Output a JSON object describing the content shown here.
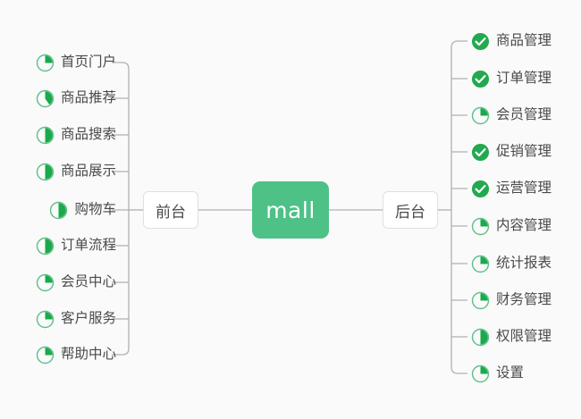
{
  "diagram": {
    "title": "mall",
    "center": {
      "label": "mall",
      "color": "#4ec187"
    },
    "branches": {
      "left": {
        "label": "前台"
      },
      "right": {
        "label": "后台"
      }
    },
    "colors": {
      "background": "#fafafa",
      "center_fill": "#4ec187",
      "node_border": "#e0e0e0",
      "connector": "#b0b0b0",
      "text": "#4a4a4a",
      "progress_ring": "#5fc08a",
      "progress_fill": "#1aa94c",
      "check_fill": "#22a950",
      "check_mark": "#ffffff"
    },
    "left_items": [
      {
        "label": "首页门户",
        "icon": "progress-pie-icon",
        "status": "in-progress",
        "progress": 25
      },
      {
        "label": "商品推荐",
        "icon": "progress-pie-icon",
        "status": "in-progress",
        "progress": 40
      },
      {
        "label": "商品搜索",
        "icon": "progress-pie-icon",
        "status": "in-progress",
        "progress": 50
      },
      {
        "label": "商品展示",
        "icon": "progress-pie-icon",
        "status": "in-progress",
        "progress": 50
      },
      {
        "label": "购物车",
        "icon": "progress-pie-icon",
        "status": "in-progress",
        "progress": 50
      },
      {
        "label": "订单流程",
        "icon": "progress-pie-icon",
        "status": "in-progress",
        "progress": 50
      },
      {
        "label": "会员中心",
        "icon": "progress-pie-icon",
        "status": "in-progress",
        "progress": 25
      },
      {
        "label": "客户服务",
        "icon": "progress-pie-icon",
        "status": "in-progress",
        "progress": 25
      },
      {
        "label": "帮助中心",
        "icon": "progress-pie-icon",
        "status": "in-progress",
        "progress": 25
      }
    ],
    "right_items": [
      {
        "label": "商品管理",
        "icon": "check-circle-icon",
        "status": "done",
        "progress": 100
      },
      {
        "label": "订单管理",
        "icon": "check-circle-icon",
        "status": "done",
        "progress": 100
      },
      {
        "label": "会员管理",
        "icon": "progress-pie-icon",
        "status": "in-progress",
        "progress": 25
      },
      {
        "label": "促销管理",
        "icon": "check-circle-icon",
        "status": "done",
        "progress": 100
      },
      {
        "label": "运营管理",
        "icon": "check-circle-icon",
        "status": "done",
        "progress": 100
      },
      {
        "label": "内容管理",
        "icon": "progress-pie-icon",
        "status": "in-progress",
        "progress": 25
      },
      {
        "label": "统计报表",
        "icon": "progress-pie-icon",
        "status": "in-progress",
        "progress": 25
      },
      {
        "label": "财务管理",
        "icon": "progress-pie-icon",
        "status": "in-progress",
        "progress": 25
      },
      {
        "label": "权限管理",
        "icon": "progress-pie-icon",
        "status": "in-progress",
        "progress": 50
      },
      {
        "label": "设置",
        "icon": "progress-pie-icon",
        "status": "in-progress",
        "progress": 25
      }
    ]
  }
}
